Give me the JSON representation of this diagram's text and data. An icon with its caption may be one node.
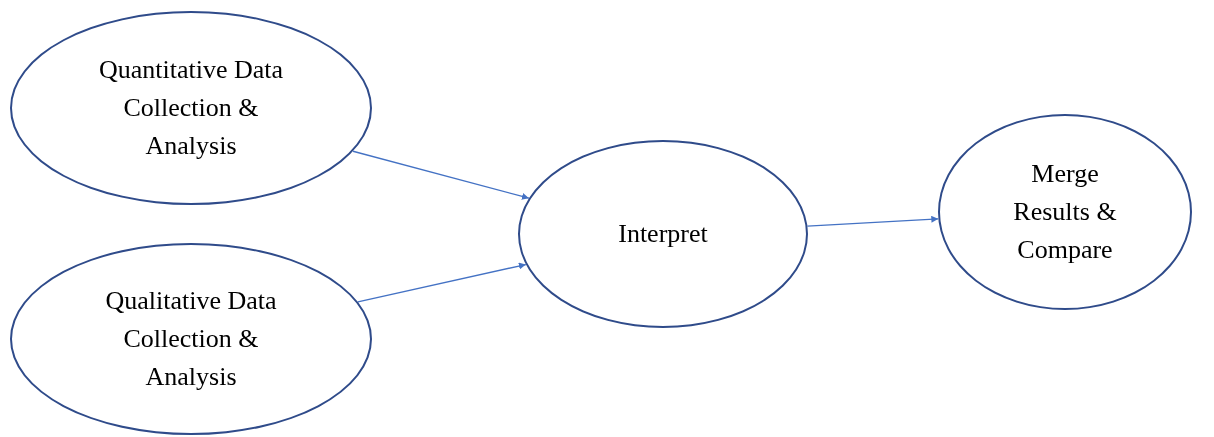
{
  "diagram": {
    "nodes": [
      {
        "text": [
          "Quantitative Data Collection & Analysis"
        ]
      },
      {
        "text": [
          "Qualitative Data Collection & Analysis"
        ]
      },
      {
        "text": [
          "Interpret"
        ]
      },
      {
        "text": [
          "Merge Results & Compare"
        ]
      }
    ],
    "edges": [
      {
        "from": 0,
        "to": 2,
        "arrow": "to"
      },
      {
        "from": 1,
        "to": 2,
        "arrow": "to"
      },
      {
        "from": 2,
        "to": 3,
        "arrow": "to"
      }
    ]
  }
}
